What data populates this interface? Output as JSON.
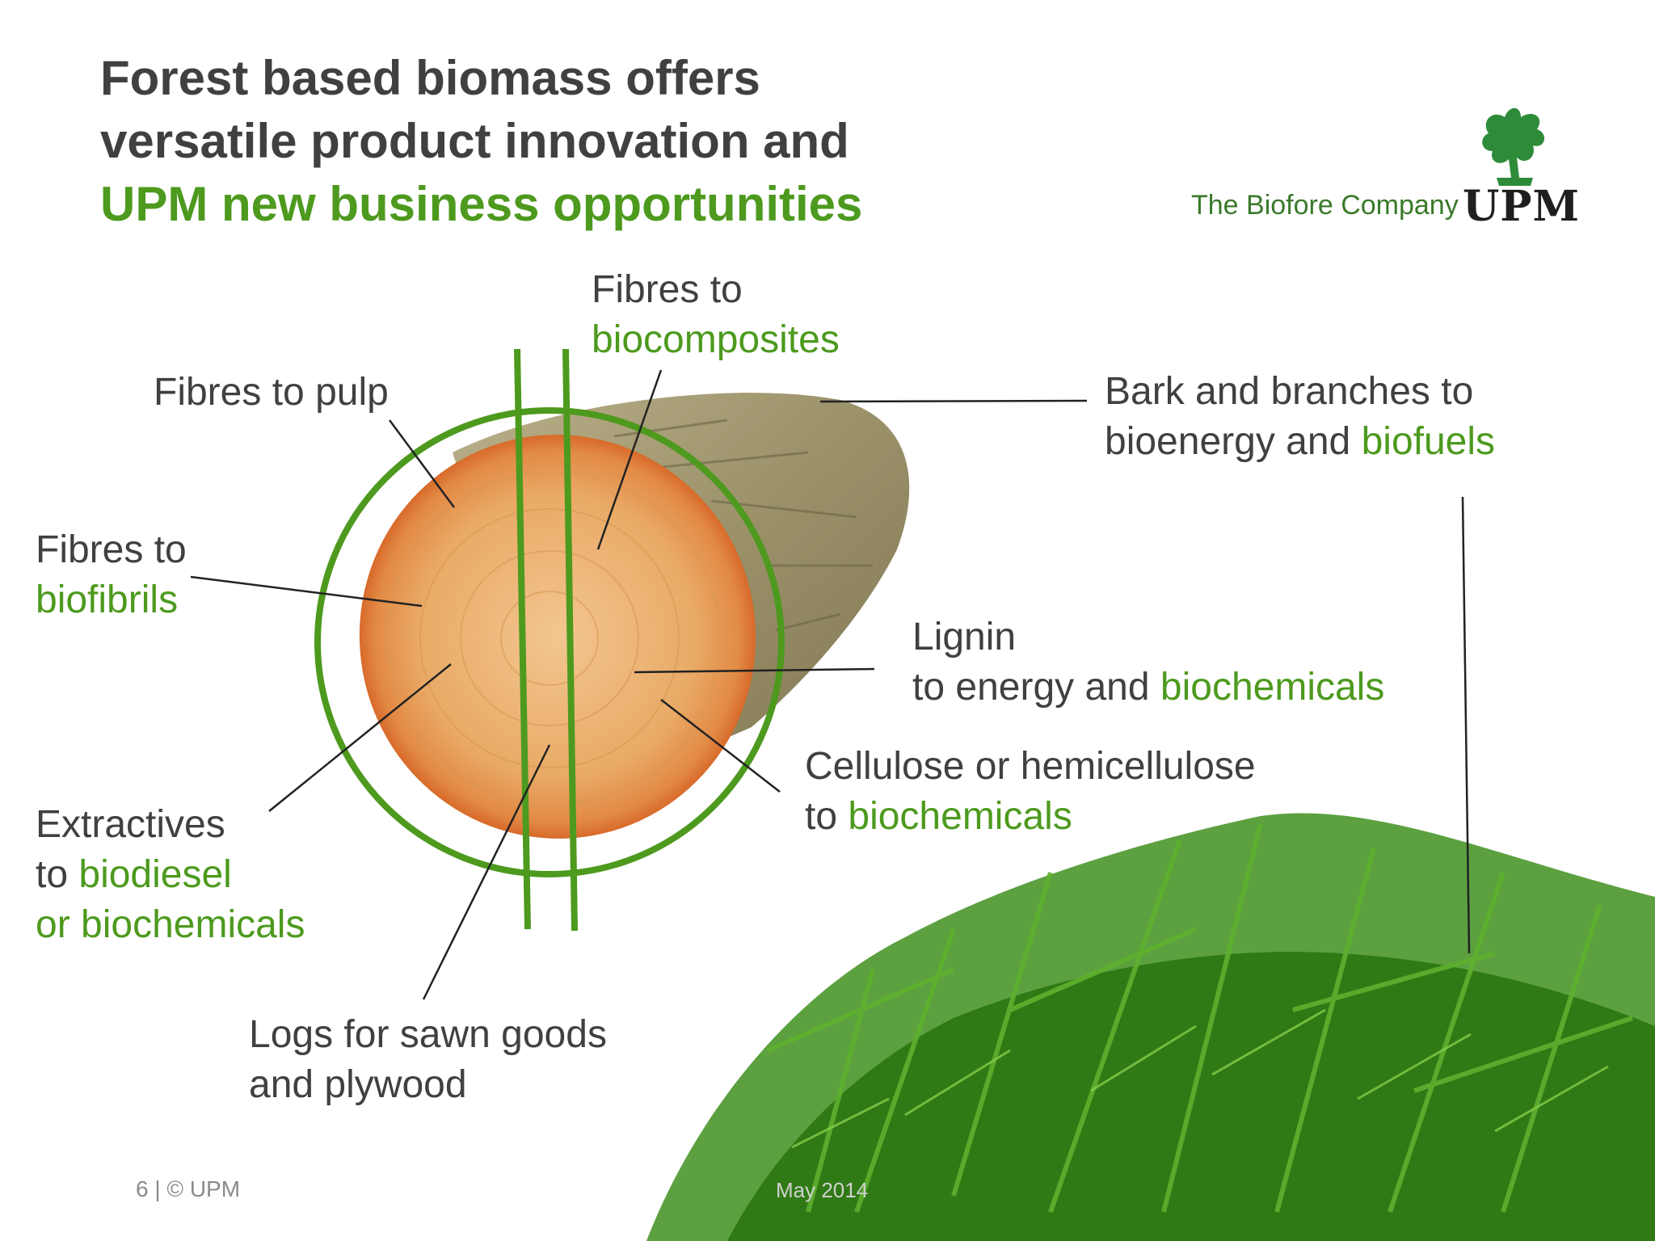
{
  "slide": {
    "title_line1": "Forest based biomass offers",
    "title_line2": "versatile product innovation and",
    "title_line3": "UPM new business opportunities"
  },
  "logo": {
    "tagline": "The Biofore Company",
    "wordmark": "UPM",
    "emblem_icon": "griffin-emblem-icon"
  },
  "labels": {
    "fibres_pulp": "Fibres to pulp",
    "fibres_biocomposites_a": "Fibres to",
    "fibres_biocomposites_b": "biocomposites",
    "bark_a": "Bark and branches to",
    "bark_b1": "bioenergy and ",
    "bark_b2": "biofuels",
    "fibres_biofibrils_a": "Fibres to",
    "fibres_biofibrils_b": "biofibrils",
    "lignin_a": "Lignin",
    "lignin_b1": "to energy and ",
    "lignin_b2": "biochemicals",
    "cellulose_a": "Cellulose or hemicellulose",
    "cellulose_b1": "to ",
    "cellulose_b2": "biochemicals",
    "extractives_a": "Extractives",
    "extractives_b1": "to ",
    "extractives_b2": "biodiesel",
    "extractives_c": "or biochemicals",
    "logs_a": "Logs for sawn goods",
    "logs_b": "and plywood"
  },
  "footer": {
    "page": "6 | © UPM",
    "date": "May 2014"
  },
  "colors": {
    "accent_green": "#4d9a1e",
    "text_dark": "#404040",
    "wood": "#e8a969",
    "bark": "#a39a72",
    "spruce": "#3f8f1f"
  }
}
